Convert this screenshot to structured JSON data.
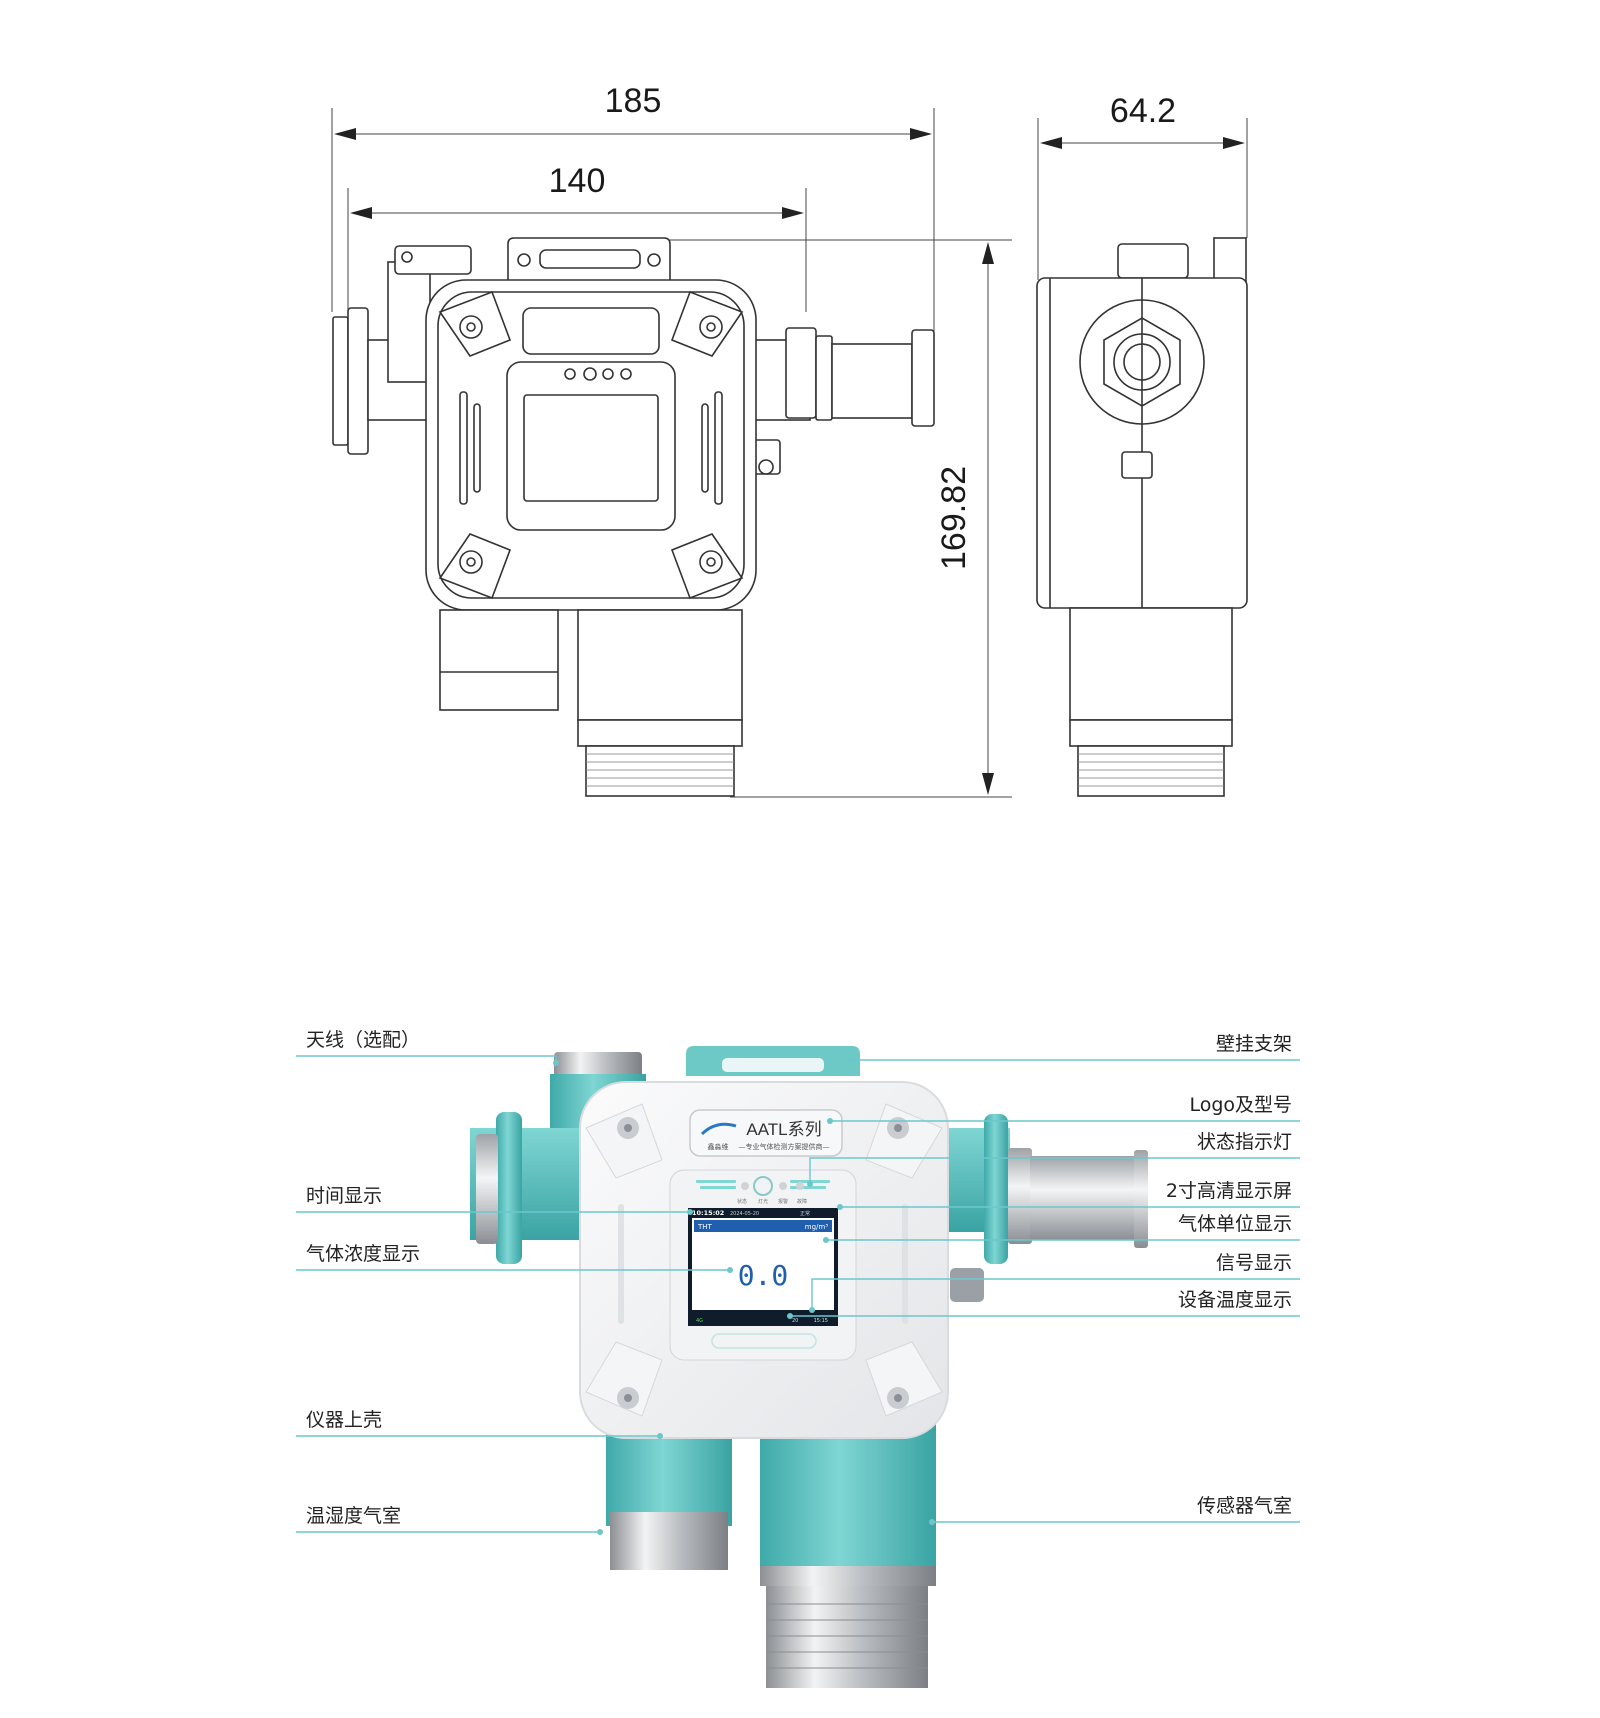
{
  "dimensions": {
    "total_width": "185",
    "body_width": "140",
    "depth": "64.2",
    "height": "169.82"
  },
  "device": {
    "series": "AATL系列",
    "tagline": "—专业气体检测方案提供商—",
    "brand": "鑫淼维",
    "indicators": [
      "状态",
      "灯光",
      "报警",
      "故障"
    ],
    "screen": {
      "time": "10:15:02",
      "date": "2024-05-20",
      "status": "正常",
      "gas": "THT",
      "unit": "mg/m³",
      "value": "0.0",
      "signal": "4G",
      "temperature": "20",
      "bottom_right": "15:15"
    }
  },
  "callouts": {
    "left": [
      "天线（选配）",
      "时间显示",
      "气体浓度显示",
      "仪器上壳",
      "温湿度气室"
    ],
    "right": [
      "壁挂支架",
      "Logo及型号",
      "状态指示灯",
      "2寸高清显示屏",
      "气体单位显示",
      "信号显示",
      "设备温度显示",
      "传感器气室"
    ]
  },
  "colors": {
    "teal": "#5fc2c2",
    "leader": "#6cc7cc",
    "screen_bar": "#1f5fae"
  }
}
